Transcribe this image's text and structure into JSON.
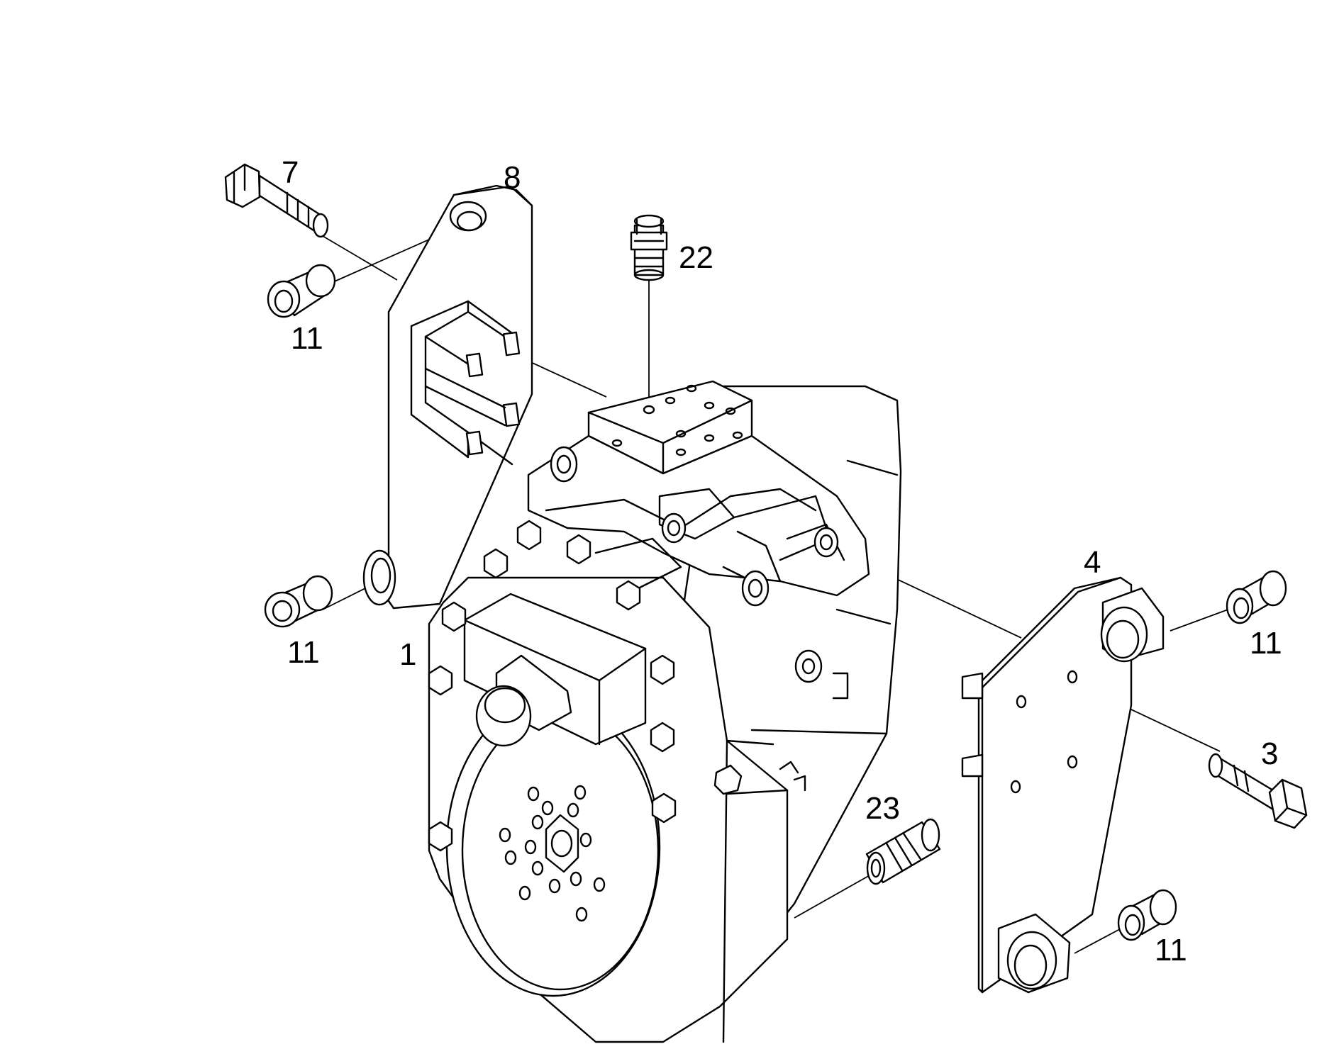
{
  "callouts": {
    "c1": "1",
    "c3": "3",
    "c4": "4",
    "c7": "7",
    "c8": "8",
    "c11a": "11",
    "c11b": "11",
    "c11c": "11",
    "c11d": "11",
    "c22": "22",
    "c23": "23"
  }
}
